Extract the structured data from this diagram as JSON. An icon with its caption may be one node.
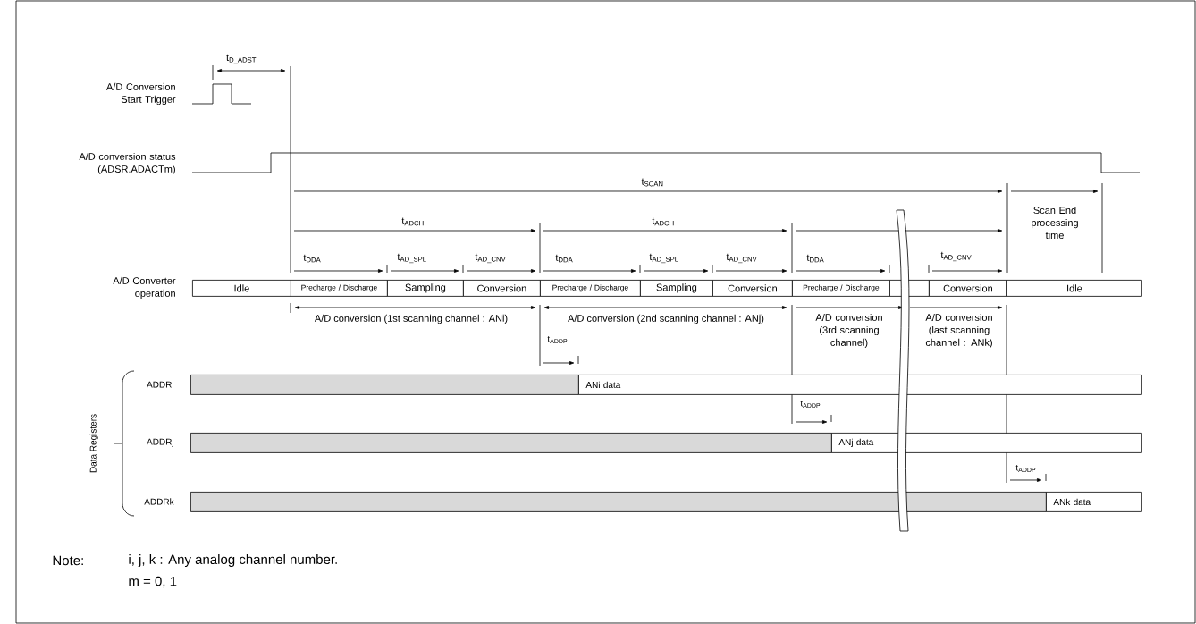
{
  "diagram": {
    "nodes": [
      {
        "text": [
          "Idle"
        ]
      },
      {
        "text": [
          "Precharge / Discharge"
        ]
      },
      {
        "text": [
          "Sampling"
        ]
      },
      {
        "text": [
          "Conversion"
        ]
      },
      {
        "text": [
          "Precharge / Discharge"
        ]
      },
      {
        "text": [
          "Sampling"
        ]
      },
      {
        "text": [
          "Conversion"
        ]
      },
      {
        "text": [
          "Precharge / Discharge"
        ]
      },
      {
        "text": [],
        "shape": "box"
      },
      {
        "text": [
          "Conversion"
        ]
      },
      {
        "text": [
          "Idle"
        ]
      },
      {
        "text": [],
        "shape": "bar",
        "beside": [
          "ADDRi"
        ]
      },
      {
        "text": [
          "ANi data"
        ]
      },
      {
        "text": [],
        "shape": "bar",
        "beside": [
          "ADDRj"
        ]
      },
      {
        "text": [
          "ANj data"
        ]
      },
      {
        "text": [],
        "shape": "bar",
        "beside": [
          "ADDRk"
        ]
      },
      {
        "text": [
          "ANk data"
        ]
      }
    ],
    "labels": [
      "t$_{D_ADST}$",
      "A/D Conversion Start Trigger",
      "A/D conversion status (ADSR.ADACTm)",
      "t$_{SCAN}$",
      "Scan End processing time",
      "t$_{ADCH}$",
      "t$_{ADCH}$",
      "t$_{DDA}$",
      "t$_{AD_SPL}$",
      "t$_{AD_CNV}$",
      "t$_{DDA}$",
      "t$_{AD_SPL}$",
      "t$_{AD_CNV}$",
      "t$_{DDA}$",
      "t$_{AD_CNV}$",
      "A/D Converter operation",
      "A/D conversion (1st scanning channel : ANi)",
      "A/D conversion (2nd scanning channel : ANj)",
      "A/D conversion (3rd scanning channel)",
      "A/D conversion (last scanning channel : ANk)",
      "t$_{ADDP}$",
      "Data Registers",
      "t$_{ADDP}$",
      "t$_{ADDP}$",
      "Note:",
      "i, j, k : Any analog channel number.",
      "m = 0, 1"
    ]
  }
}
